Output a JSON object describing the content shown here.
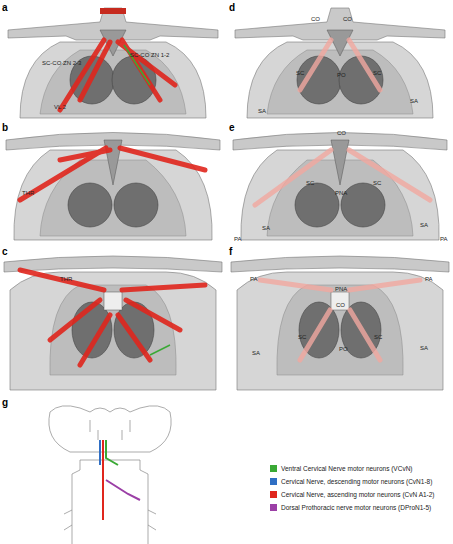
{
  "diagram": {
    "labels": [
      "a",
      "b",
      "c",
      "d",
      "e",
      "f",
      "g",
      "CO",
      "CO",
      "SC",
      "PO",
      "SC",
      "SA",
      "SA",
      "CO",
      "SC",
      "PNA",
      "SC",
      "SA",
      "SA",
      "PA",
      "PA",
      "PA",
      "PA",
      "PNA",
      "CO",
      "SA",
      "SA",
      "SC",
      "PO",
      "SC",
      "SC-CO ZN 2-3",
      "SC-CO ZN 1-2",
      "VL 2",
      "THR",
      "THR"
    ],
    "legend": [
      {
        "text": "Ventral Cervical Nerve motor neurons (VCvN)",
        "color": "#3aa935"
      },
      {
        "text": "Cervical Nerve, descending motor neurons (CvN1-8)",
        "color": "#2f6fc4"
      },
      {
        "text": "Cervical Nerve, ascending motor neurons (CvN A1-2)",
        "color": "#e0261d"
      },
      {
        "text": "Dorsal Prothoracic nerve motor neurons (DProN1-5)",
        "color": "#9b3fa6"
      }
    ]
  }
}
